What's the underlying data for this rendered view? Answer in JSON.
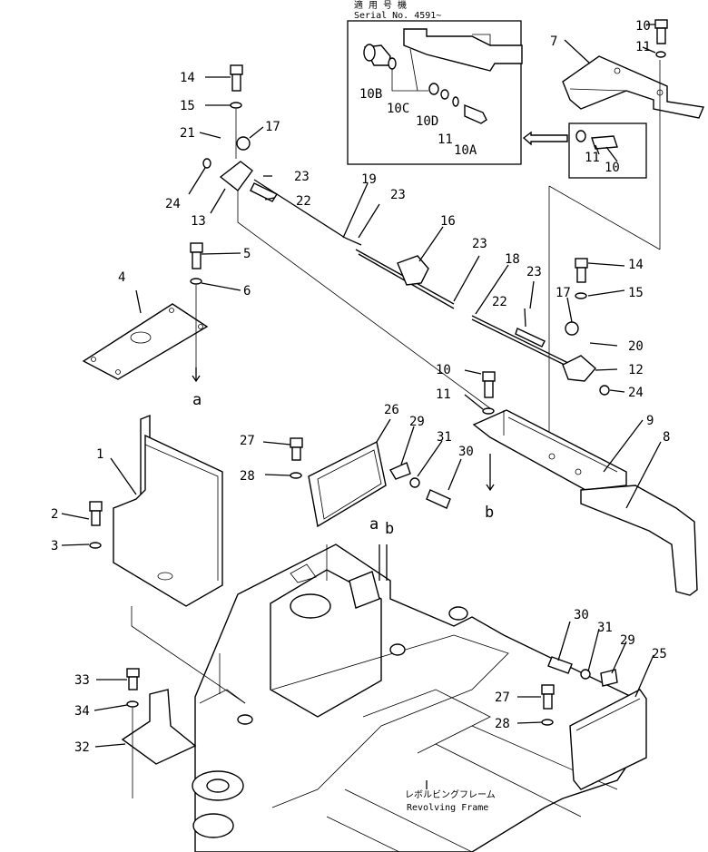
{
  "inset": {
    "jp_caption": "適 用 号 機",
    "serial_label": "Serial  No. 4591~"
  },
  "frame_label": {
    "jp": "レボルビングフレーム",
    "en": "Revolving  Frame"
  },
  "callouts": [
    {
      "id": "c10a",
      "text": "10"
    },
    {
      "id": "c11a",
      "text": "11"
    },
    {
      "id": "c7",
      "text": "7"
    },
    {
      "id": "c11b",
      "text": "11"
    },
    {
      "id": "c10b",
      "text": "10"
    },
    {
      "id": "c10B",
      "text": "10B"
    },
    {
      "id": "c10C",
      "text": "10C"
    },
    {
      "id": "c10D",
      "text": "10D"
    },
    {
      "id": "c11c",
      "text": "11"
    },
    {
      "id": "c10A",
      "text": "10A"
    },
    {
      "id": "c14a",
      "text": "14"
    },
    {
      "id": "c15a",
      "text": "15"
    },
    {
      "id": "c21",
      "text": "21"
    },
    {
      "id": "c17a",
      "text": "17"
    },
    {
      "id": "c23a",
      "text": "23"
    },
    {
      "id": "c24a",
      "text": "24"
    },
    {
      "id": "c22a",
      "text": "22"
    },
    {
      "id": "c13",
      "text": "13"
    },
    {
      "id": "c19",
      "text": "19"
    },
    {
      "id": "c23b",
      "text": "23"
    },
    {
      "id": "c16",
      "text": "16"
    },
    {
      "id": "c23c",
      "text": "23"
    },
    {
      "id": "c5",
      "text": "5"
    },
    {
      "id": "c6",
      "text": "6"
    },
    {
      "id": "c4",
      "text": "4"
    },
    {
      "id": "ca1",
      "text": "a"
    },
    {
      "id": "c18",
      "text": "18"
    },
    {
      "id": "c23d",
      "text": "23"
    },
    {
      "id": "c22b",
      "text": "22"
    },
    {
      "id": "c14b",
      "text": "14"
    },
    {
      "id": "c17b",
      "text": "17"
    },
    {
      "id": "c15b",
      "text": "15"
    },
    {
      "id": "c20",
      "text": "20"
    },
    {
      "id": "c12",
      "text": "12"
    },
    {
      "id": "c24b",
      "text": "24"
    },
    {
      "id": "c10c",
      "text": "10"
    },
    {
      "id": "c11d",
      "text": "11"
    },
    {
      "id": "c9",
      "text": "9"
    },
    {
      "id": "c8",
      "text": "8"
    },
    {
      "id": "cb1",
      "text": "b"
    },
    {
      "id": "c26",
      "text": "26"
    },
    {
      "id": "c29a",
      "text": "29"
    },
    {
      "id": "c27a",
      "text": "27"
    },
    {
      "id": "c31a",
      "text": "31"
    },
    {
      "id": "c30a",
      "text": "30"
    },
    {
      "id": "c28a",
      "text": "28"
    },
    {
      "id": "c1",
      "text": "1"
    },
    {
      "id": "c2",
      "text": "2"
    },
    {
      "id": "c3",
      "text": "3"
    },
    {
      "id": "ca2",
      "text": "a"
    },
    {
      "id": "cb2",
      "text": "b"
    },
    {
      "id": "c30b",
      "text": "30"
    },
    {
      "id": "c31b",
      "text": "31"
    },
    {
      "id": "c29b",
      "text": "29"
    },
    {
      "id": "c25",
      "text": "25"
    },
    {
      "id": "c27b",
      "text": "27"
    },
    {
      "id": "c28b",
      "text": "28"
    },
    {
      "id": "c33",
      "text": "33"
    },
    {
      "id": "c34",
      "text": "34"
    },
    {
      "id": "c32",
      "text": "32"
    }
  ]
}
